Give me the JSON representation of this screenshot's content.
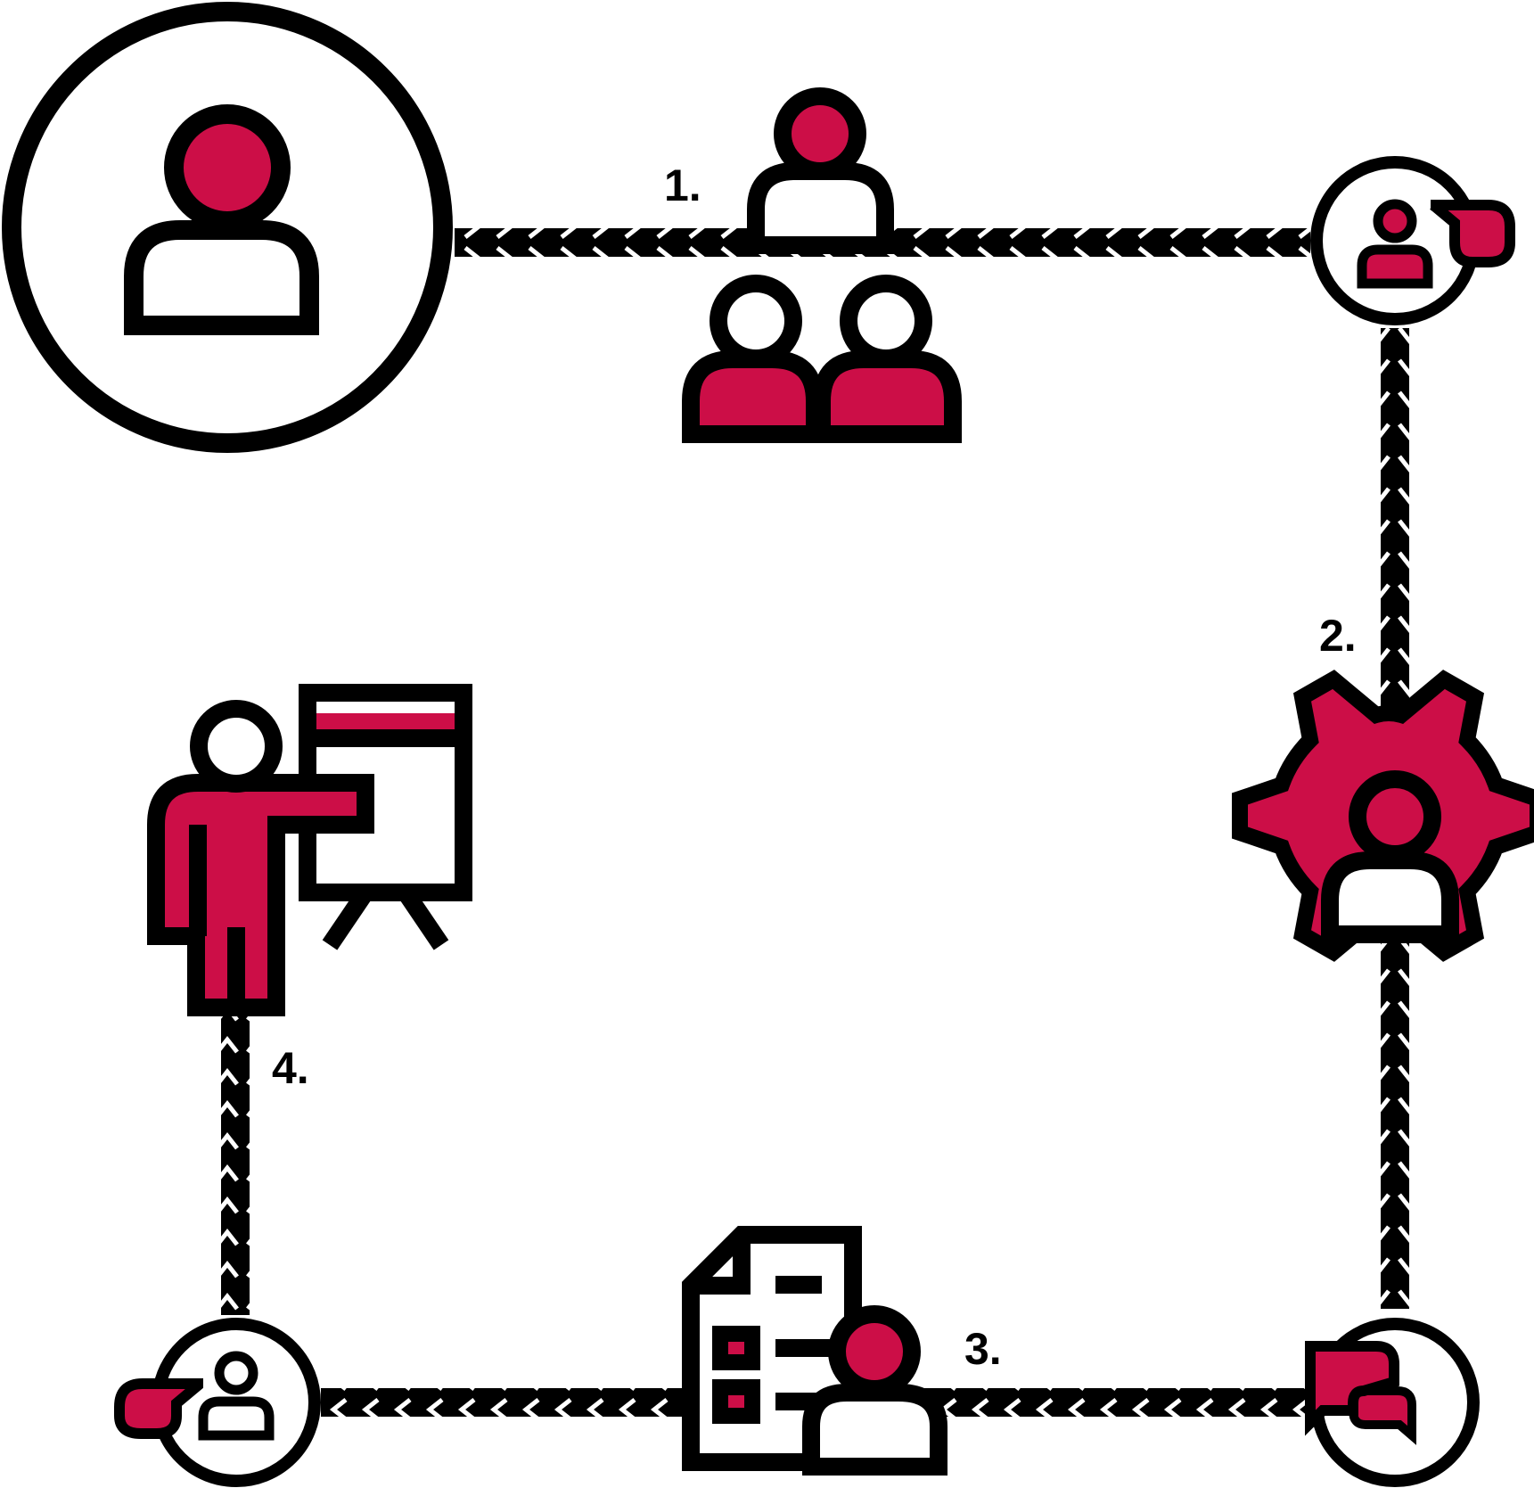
{
  "colors": {
    "ink": "#000000",
    "accent": "#cc0e47",
    "paper": "#ffffff"
  },
  "steps": [
    {
      "label": "1."
    },
    {
      "label": "2."
    },
    {
      "label": "3."
    },
    {
      "label": "4."
    }
  ],
  "nodes": [
    "user-icon",
    "group-meeting-icon",
    "user-chat-icon",
    "user-gear-icon",
    "chat-bubbles-icon",
    "document-user-icon",
    "user-chat-icon",
    "presenter-board-icon"
  ]
}
